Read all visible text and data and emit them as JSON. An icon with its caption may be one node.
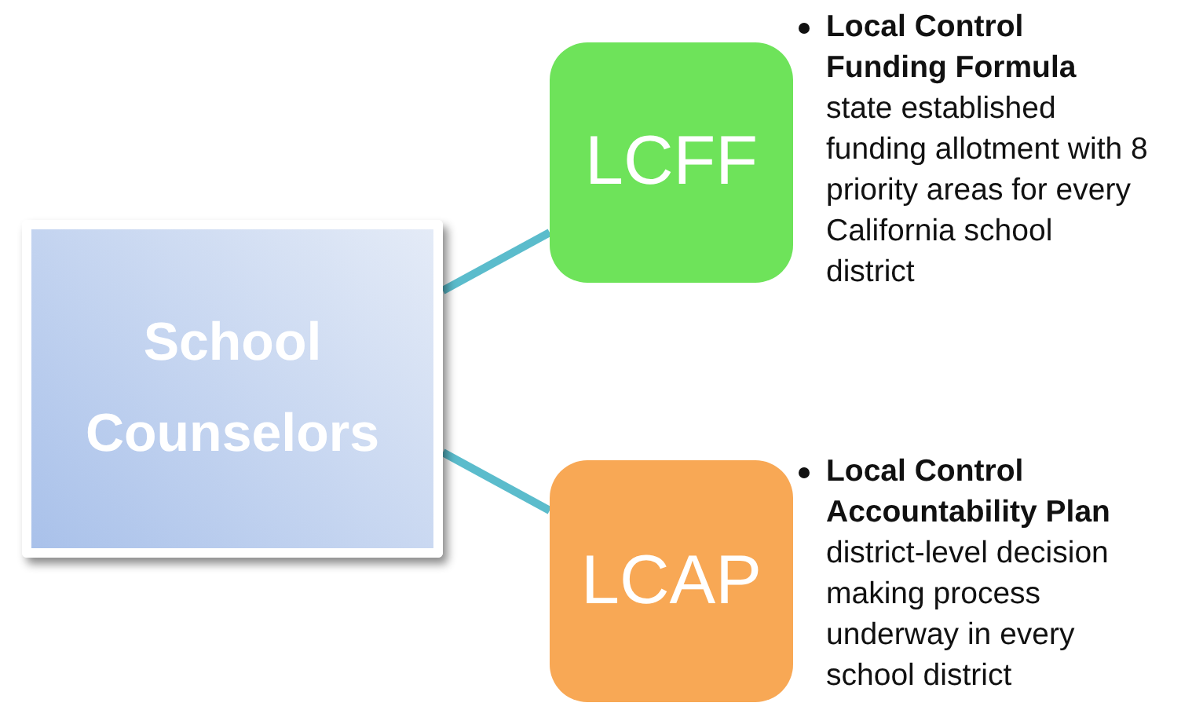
{
  "diagram": {
    "nodes": [
      {
        "text": [
          "School Counselors"
        ]
      },
      {
        "text": [
          "LCFF"
        ],
        "beside": [
          "Local Control Funding Formula",
          "state established funding allotment with 8 priority areas for every California school district"
        ]
      },
      {
        "text": [
          "LCAP"
        ],
        "beside": [
          "Local Control Accountability Plan",
          "district-level decision making process underway in every school district"
        ]
      }
    ],
    "edges": [
      {
        "from": 0,
        "to": 1,
        "arrow": "none"
      },
      {
        "from": 0,
        "to": 2,
        "arrow": "none"
      }
    ]
  }
}
